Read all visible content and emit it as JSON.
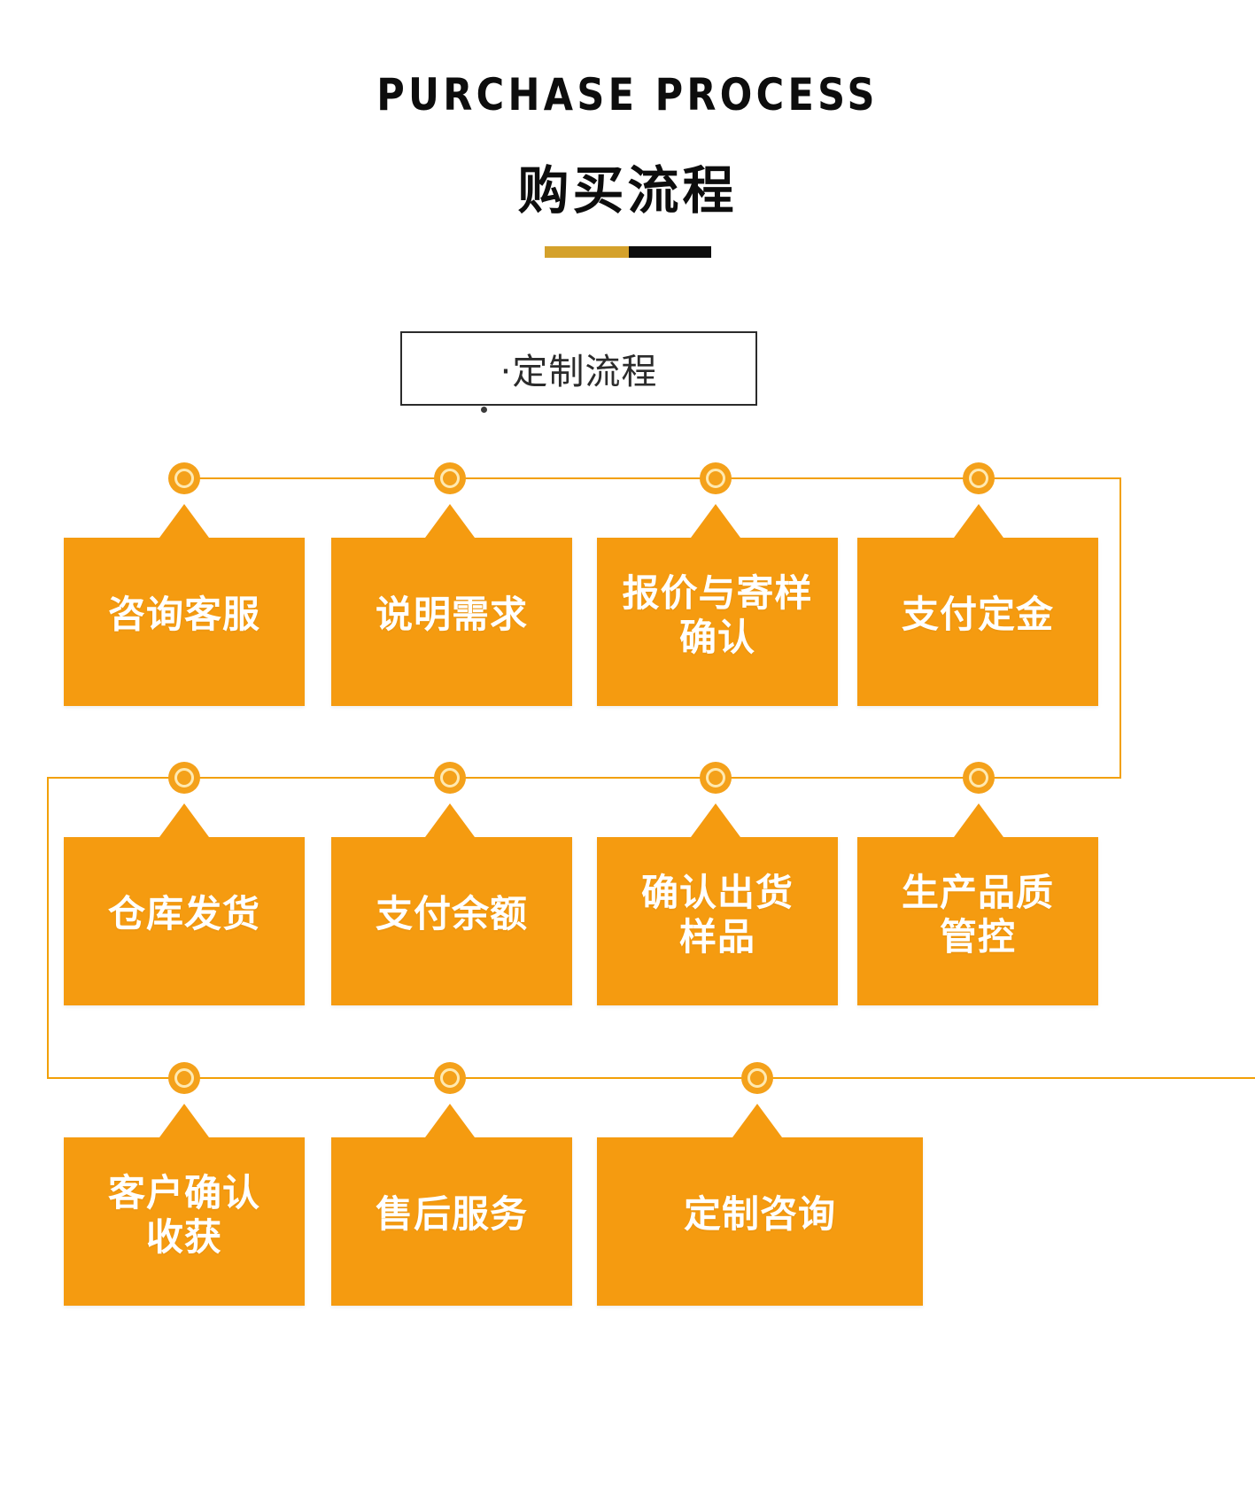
{
  "header": {
    "title_en": "PURCHASE PROCESS",
    "title_cn": "购买流程",
    "rule_gold_color": "#d4a12b",
    "rule_black_color": "#0d0d0d"
  },
  "section": {
    "label": "·定制流程"
  },
  "theme": {
    "node_fill": "#f59b10",
    "connector": "#f2a007",
    "marker_ring": "#ffe9b0",
    "node_text": "#ffffff"
  },
  "flow": {
    "rows": [
      {
        "row_index": 1,
        "nodes": [
          {
            "label": "咨询客服"
          },
          {
            "label": "说明需求"
          },
          {
            "label": "报价与寄样\n确认"
          },
          {
            "label": "支付定金"
          }
        ]
      },
      {
        "row_index": 2,
        "nodes": [
          {
            "label": "仓库发货"
          },
          {
            "label": "支付余额"
          },
          {
            "label": "确认出货\n样品"
          },
          {
            "label": "生产品质\n管控"
          }
        ]
      },
      {
        "row_index": 3,
        "nodes": [
          {
            "label": "客户确认\n收获"
          },
          {
            "label": "售后服务"
          },
          {
            "label": "定制咨询"
          }
        ]
      }
    ]
  }
}
